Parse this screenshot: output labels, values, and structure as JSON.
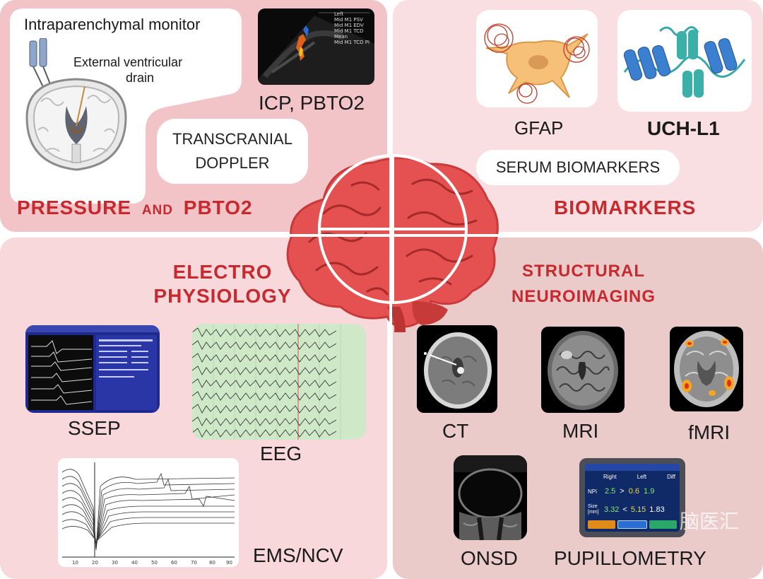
{
  "top_left": {
    "intraparenchymal_label": "Intraparenchymal monitor",
    "evd_label_line1": "External ventricular",
    "evd_label_line2": "drain",
    "icp_label": "ICP, PBTO2",
    "tcd_line1": "TRANSCRANIAL",
    "tcd_line2": "DOPPLER",
    "tcd_image_text": [
      "Left",
      "Mid M1 PSV",
      "Mid M1 EDV",
      "Mid M1 TCD Mean",
      "Mid M1 TCD PI"
    ],
    "title_part1": "PRESSURE",
    "title_part2": "AND",
    "title_part3": "PBTO2"
  },
  "top_right": {
    "gfap_label": "GFAP",
    "uchl1_label": "UCH-L1",
    "serum_label": "SERUM BIOMARKERS",
    "title": "BIOMARKERS"
  },
  "bottom_left": {
    "title_line1": "ELECTRO",
    "title_line2": "PHYSIOLOGY",
    "ssep_label": "SSEP",
    "eeg_label": "EEG",
    "emg_label": "EMS/NCV",
    "emg_axis_ticks": [
      "10",
      "20",
      "30",
      "40",
      "50",
      "60",
      "70",
      "80",
      "90"
    ]
  },
  "bottom_right": {
    "title_line1": "STRUCTURAL",
    "title_line2": "NEUROIMAGING",
    "ct_label": "CT",
    "mri_label": "MRI",
    "fmri_label": "fMRI",
    "onsd_label": "ONSD",
    "pupil_label": "PUPILLOMETRY",
    "pupillometer": {
      "col_right": "Right",
      "col_left": "Left",
      "col_diff": "Diff",
      "row1_label": "NPi",
      "row1_right": "2.5",
      "row1_op": ">",
      "row1_left": "0.6",
      "row1_diff": "1.9",
      "row2_label_line1": "Size",
      "row2_label_line2": "[mm]",
      "row2_right": "3.32",
      "row2_op": "<",
      "row2_left": "5.15",
      "row2_diff": "1.83"
    }
  },
  "watermark": "脑医汇",
  "colors": {
    "accent_red": "#c62a2e",
    "brain_red": "#e04a4a",
    "panel_tl": "#f2c3c7",
    "panel_tr": "#f9dfe1",
    "panel_bl": "#f8d8db",
    "panel_br": "#ebcaca"
  }
}
